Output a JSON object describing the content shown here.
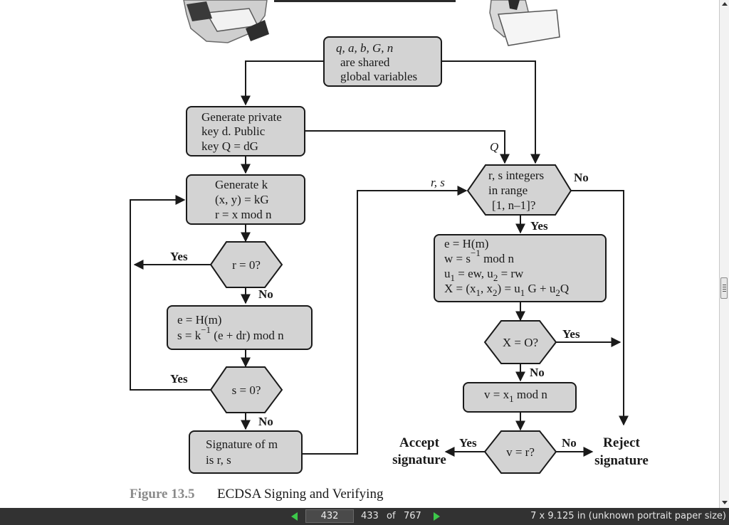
{
  "viewer": {
    "prev_page_icon": "triangle-left",
    "next_page_icon": "triangle-right",
    "current_page": "432",
    "next_page": "433",
    "of_label": "of",
    "total_pages": "767",
    "paper_size": "7 x 9.125 in (unknown portrait paper size)",
    "accent_color": "#3cc84a"
  },
  "figure": {
    "number": "Figure 13.5",
    "title": "ECDSA Signing and Verifying",
    "shared": {
      "line1": "q, a, b, G, n",
      "line2": "are shared",
      "line3": "global variables"
    },
    "keygen": {
      "line1": "Generate private",
      "line2": "key d. Public",
      "line3": "key  Q = dG"
    },
    "gen_k": {
      "line1": "Generate k",
      "line2": "(x, y) = kG",
      "line3": "r = x mod n"
    },
    "r_zero": "r = 0?",
    "compute_s": {
      "line1": "e = H(m)",
      "line2_pre": "s = k",
      "line2_exp": "−1",
      "line2_post": " (e + dr) mod n"
    },
    "s_zero": "s = 0?",
    "signature": {
      "line1": "Signature of m",
      "line2": "is r, s"
    },
    "range_check": {
      "line1": "r, s integers",
      "line2": "in range",
      "line3": "[1, n–1]?"
    },
    "verify": {
      "line1": "e = H(m)",
      "line2_pre": "w = s",
      "line2_exp": "−1",
      "line2_post": " mod n",
      "line3_a": "u",
      "line3_s1": "1",
      "line3_b": " = ew, u",
      "line3_s2": "2",
      "line3_c": " = rw",
      "line4_a": "X = (x",
      "line4_s1": "1",
      "line4_b": ", x",
      "line4_s2": "2",
      "line4_c": ") = u",
      "line4_s3": "1",
      "line4_d": " G + u",
      "line4_s4": "2",
      "line4_e": "Q"
    },
    "x_zero": "X = O?",
    "v_calc": {
      "pre": "v = x",
      "sub": "1",
      "post": " mod n"
    },
    "v_eq_r": "v = r?",
    "labels": {
      "yes": "Yes",
      "no": "No",
      "q": "Q",
      "rs": "r, s",
      "accept_line1": "Accept",
      "accept_line2": "signature",
      "reject_line1": "Reject",
      "reject_line2": "signature"
    }
  }
}
